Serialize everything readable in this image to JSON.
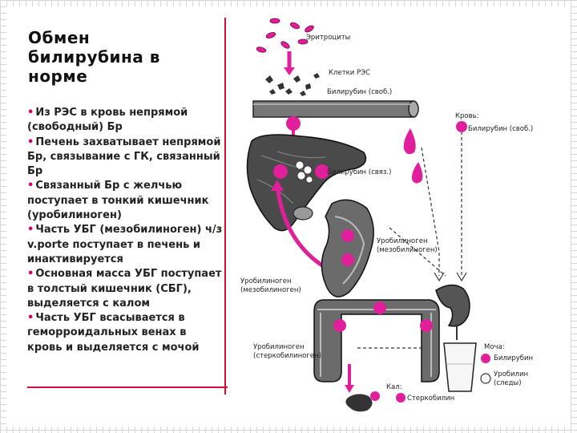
{
  "slide": {
    "title_lines": [
      "Обмен",
      "билирубина в",
      "норме"
    ],
    "bullets": [
      "Из РЭС в кровь непрямой (свободный) Бр",
      "Печень захватывает непрямой Бр, связывание с ГК, связанный Бр",
      "Связанный Бр с желчью поступает в тонкий кишечник (уробилиноген)",
      "Часть УБГ (мезобилиноген) ч/з v.porte поступает в печень и инактивируется",
      "Основная масса УБГ поступает в толстый кишечник (СБГ), выделяется с калом",
      "Часть УБГ всасывается в геморроидальных венах в кровь и выделяется с мочой"
    ],
    "bullet_marker": "•"
  },
  "diagram": {
    "labels": {
      "erythrocytes": "Эритроциты",
      "res_cells": "Клетки РЭС",
      "bilirubin_free": "Билирубин (своб.)",
      "blood": "Кровь:",
      "blood_bilirubin_free": "Билирубин (своб.)",
      "bilirubin_bound": "Билирубин (связ.)",
      "urobilinogen_mesobilinogen_right_1": "Уробилиноген",
      "urobilinogen_mesobilinogen_right_2": "(мезобилиноген)",
      "urobilinogen_mesobilinogen_left_1": "Уробилиноген",
      "urobilinogen_mesobilinogen_left_2": "(мезобилиноген)",
      "urobilinogen_stercobilinogen_1": "Уробилиноген",
      "urobilinogen_stercobilinogen_2": "(стеркобилиноген)",
      "urine": "Моча:",
      "urine_bilirubin": "Билирубин",
      "urine_urobilin_1": "Уробилин",
      "urine_urobilin_2": "(следы)",
      "feces": "Кал:",
      "stercobilin": "Стеркобилин"
    },
    "colors": {
      "pigment": "#e0209a",
      "organ": "#3a3a3a",
      "accent_line": "#cc1133"
    }
  }
}
